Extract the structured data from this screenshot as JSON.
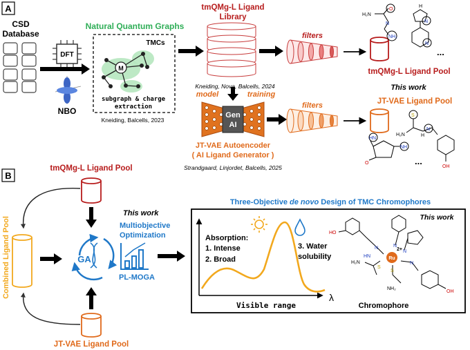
{
  "panelA": {
    "label": "A",
    "csd": [
      "CSD",
      "Database"
    ],
    "dft": "DFT",
    "nbo": "NBO",
    "nqg_title": "Natural Quantum Graphs",
    "tmcs": "TMCs",
    "m_label": "M",
    "subgraph": [
      "subgraph & charge",
      "extraction"
    ],
    "cite_kb2023": "Kneiding, Balcells, 2023",
    "lib_title": [
      "tmQMg-L Ligand",
      "Library"
    ],
    "cite_knb2024": "Kneiding, Nova, Balcells, 2024",
    "filters_top": "filters",
    "tmqmg_pool": "tmQMg-L Ligand Pool",
    "this_work_a": "This work",
    "model": "model",
    "training": "training",
    "gen": "Gen",
    "ai": "AI",
    "jtvae_auto": [
      "JT-VAE Autoencoder",
      "( AI Ligand Generator )"
    ],
    "cite_slb2025": "Strandgaard, Linjordet, Balcells, 2025",
    "filters_bottom": "filters",
    "jtvae_pool": "JT-VAE Ligand Pool",
    "ellipsis_top": "...",
    "ellipsis_bottom": "...",
    "mol_atoms": {
      "h2n": "H₂N",
      "o": "O",
      "n": "N",
      "nh2": "NH₂",
      "h": "H",
      "s": "S",
      "hn": "HN",
      "nh": "NH",
      "oh": "OH"
    }
  },
  "panelB": {
    "label": "B",
    "tmqmg_pool": "tmQMg-L Ligand Pool",
    "combined": "Combined Ligand Pool",
    "jtvae_pool": "JT-VAE Ligand Pool",
    "ga": "GA",
    "this_work": "This work",
    "multiobj": [
      "Multiobjective",
      "Optimization"
    ],
    "plmoga": "PL-MOGA",
    "design_title_pre": "Three-Objective ",
    "design_title_it": "de novo",
    "design_title_post": " Design of TMC Chromophores",
    "absorption": "Absorption:",
    "intense": "1. Intense",
    "broad": "2. Broad",
    "water": [
      "3. Water",
      "solubility"
    ],
    "visible_range": "Visible range",
    "lambda": "λ",
    "this_work_box": "This work",
    "chromophore": "Chromophore",
    "ru": "Ru",
    "charge": "2+",
    "atoms": {
      "ho": "HO",
      "oh": "OH",
      "n": "N",
      "s": "S",
      "h2n": "H₂N",
      "hn": "HN",
      "nh2": "NH₂"
    }
  },
  "colors": {
    "red": "#b71c1c",
    "green": "#2fae57",
    "orange": "#e06a1b",
    "blue": "#1f78c8",
    "yellow": "#f2a81d",
    "black": "#000000"
  }
}
